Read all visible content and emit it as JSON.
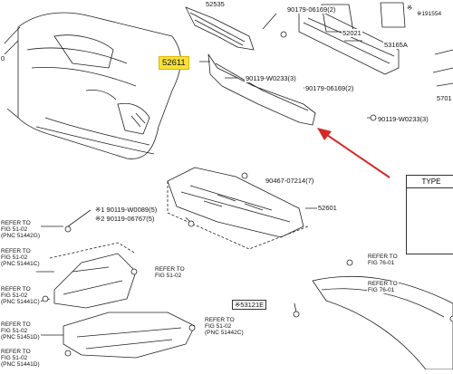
{
  "diagram": {
    "top_cut_text": "",
    "highlighted_part": "52611",
    "labels": {
      "p_52535": "52535",
      "p_90179_a": "90179-06169(2)",
      "p_52021": "52021",
      "p_53165A": "53165A",
      "p_90119_a": "90119-W0233(3)",
      "p_90179_b": "90179-06169(2)",
      "p_90119_b": "90119-W0233(3)",
      "p_5701": "5701",
      "p_90467": "90467-07214(7)",
      "p_52601": "52601",
      "p_90119_c": "※1 90119-W0089(5)",
      "p_90119_d": "※2 90119-06767(5)",
      "p_53121E": "※53121E",
      "p_left_0": "0",
      "p_right_mark_a": "※",
      "p_right_mark_b": "※191554"
    },
    "refer": [
      {
        "line1": "REFER TO",
        "line2": "FIG 51-02",
        "line3": "(PNC 51441C)"
      },
      {
        "line1": "REFER TO",
        "line2": "FIG 51-02",
        "line3": "(PNC 51442C)"
      },
      {
        "line1": "REFER TO",
        "line2": "FIG 51-02",
        "line3": ""
      },
      {
        "line1": "REFER TO",
        "line2": "FIG 51-02",
        "line3": "(PNC 51442G)"
      },
      {
        "line1": "REFER TO",
        "line2": "FIG 51-02",
        "line3": "(PNC 51441C)"
      },
      {
        "line1": "REFER TO",
        "line2": "FIG 51-02",
        "line3": "(PNC 51451D)"
      },
      {
        "line1": "REFER TO",
        "line2": "FIG 51-02",
        "line3": "(PNC 51441D)"
      },
      {
        "line1": "REFER TO",
        "line2": "FIG 76-01",
        "line3": ""
      },
      {
        "line1": "REFER TO",
        "line2": "FIG 76-01",
        "line3": ""
      }
    ],
    "type_box_title": "TYPE",
    "arrow_color": "#d42a2a",
    "highlight_color": "#f7e13a",
    "icons": [
      "clip-icon",
      "bolt-icon"
    ]
  }
}
